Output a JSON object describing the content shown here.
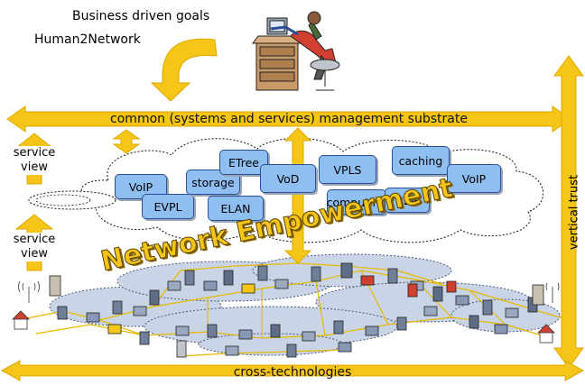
{
  "header": {
    "goal_line1": "Business driven goals",
    "goal_line2": "Human2Network"
  },
  "substrate_label": "common (systems and services) management substrate",
  "service_view_upper": [
    "service",
    "view"
  ],
  "service_view_lower": [
    "service",
    "view"
  ],
  "services": [
    "VoIP",
    "EVPL",
    "storage",
    "ETree",
    "VoD",
    "ELAN",
    "VPLS",
    "computing",
    "B2B",
    "caching",
    "VoIP"
  ],
  "empowerment_title": "Network Empowerment",
  "vertical_label": "vertical trust",
  "bottom_label": "cross-technologies",
  "colors": {
    "arrow_yellow": "#f5c518",
    "arrow_outline": "#e0a800",
    "service_box": "#8fbff0",
    "service_border": "#2a4f9a",
    "network_cloud": "#c9d5e6"
  }
}
